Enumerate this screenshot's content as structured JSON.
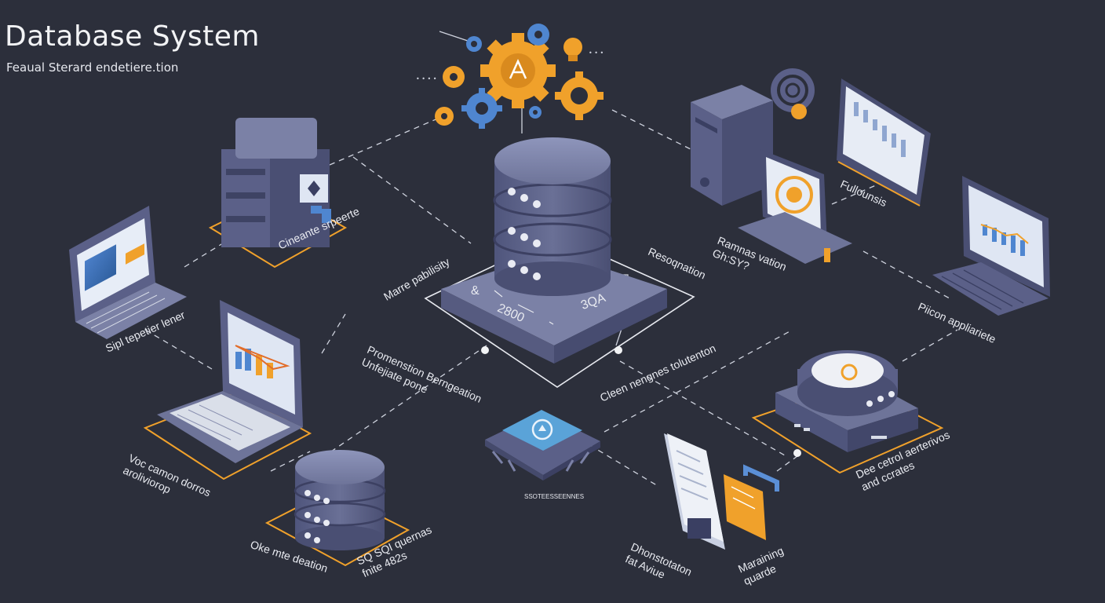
{
  "header": {
    "title": "Database System",
    "subtitle": "Feaual Sterard endetiere.tion"
  },
  "labels": {
    "cloud_server": "Cineante srpeerte",
    "laptop_left": "Sipl tepetier lener",
    "laptop_center": "Voc camon dorros\naroliviorop",
    "db_small": "Oke mte deation",
    "sql": "SQ SQI quernas\nfnite 482s",
    "more_publicity": "Marre pabilisity",
    "promotion": "Promenstion Berngeation\nUnfejiate pone",
    "core_2800": "2800",
    "core_3qa": "3QA",
    "core_glyph": "&",
    "resolution": "Resoqnation",
    "ramnas": "Ramnas vation\nGh:SY?",
    "fullounais": "Fullounsis",
    "piicon": "Piicon appliariete",
    "clean": "Cleen nengnes tolutenton",
    "chip_caption": "SSOTEESSEENNES",
    "dee": "Dee cetrol aerterivos\nand ccrates",
    "document": "Dhonstotaton\nfat Aviue",
    "maraining": "Maraining\nquarde"
  },
  "colors": {
    "background": "#2c2f3b",
    "accent_orange": "#f0a12b",
    "accent_blue": "#5b8fd6",
    "device_slate": "#5c6187",
    "device_dark": "#4a4f73",
    "screen_light": "#dfe6f3"
  }
}
